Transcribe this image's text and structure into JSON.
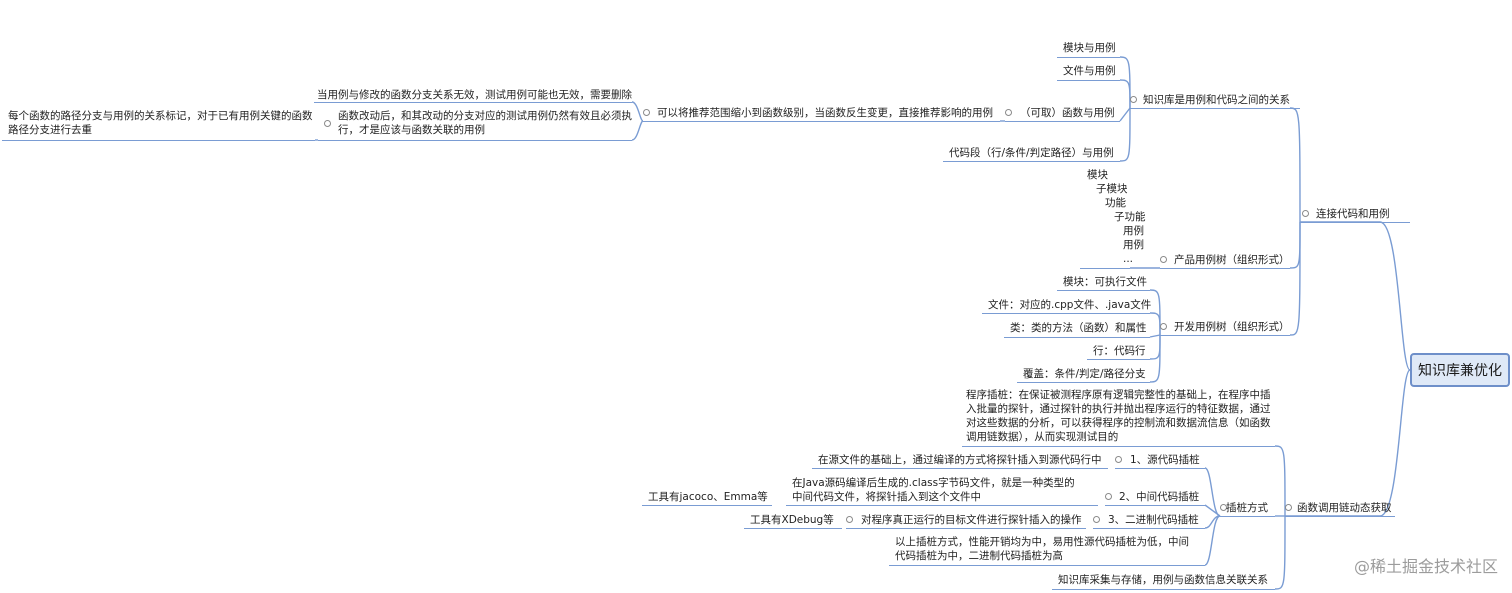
{
  "root": "知识库兼优化",
  "branch_a": {
    "label": "连接代码和用例",
    "kb": {
      "label": "知识库是用例和代码之间的关系",
      "items": [
        "模块与用例",
        "文件与用例",
        "（可取）函数与用例",
        "代码段（行/条件/判定路径）与用例"
      ],
      "func_child": "可以将推荐范围缩小到函数级别，当函数反生变更，直接推荐影响的用例",
      "func_grand": [
        "当用例与修改的函数分支关系无效，测试用例可能也无效，需要删除",
        "函数改动后，和其改动的分支对应的测试用例仍然有效且必须执行，才是应该与函数关联的用例"
      ],
      "func_great": "每个函数的路径分支与用例的关系标记，对于已有用例关键的函数路径分支进行去重"
    },
    "product_tree": {
      "label": "产品用例树（组织形式）",
      "lines": [
        "模块",
        "子模块",
        "功能",
        "子功能",
        "用例",
        "用例",
        "..."
      ]
    },
    "dev_tree": {
      "label": "开发用例树（组织形式）",
      "items": [
        "模块：可执行文件",
        "文件：对应的.cpp文件、.java文件",
        "类：类的方法（函数）和属性",
        "行：代码行",
        "覆盖：条件/判定/路径分支"
      ]
    }
  },
  "branch_b": {
    "label": "函数调用链动态获取",
    "intro": "程序插桩：在保证被测程序原有逻辑完整性的基础上，在程序中插入批量的探针，通过探针的执行并抛出程序运行的特征数据，通过对这些数据的分析，可以获得程序的控制流和数据流信息（如函数调用链数据），从而实现测试目的",
    "methods": {
      "label": "插桩方式",
      "items": [
        {
          "label": "1、源代码插桩",
          "desc": "在源文件的基础上，通过编译的方式将探针插入到源代码行中"
        },
        {
          "label": "2、中间代码插桩",
          "desc": "在Java源码编译后生成的.class字节码文件，就是一种类型的中间代码文件，将探针插入到这个文件中",
          "tool": "工具有jacoco、Emma等"
        },
        {
          "label": "3、二进制代码插桩",
          "desc": "对程序真正运行的目标文件进行探针插入的操作",
          "tool": "工具有XDebug等"
        }
      ],
      "summary": "以上插桩方式，性能开销均为中，易用性源代码插桩为低，中间代码插桩为中，二进制代码插桩为高"
    },
    "storage": "知识库采集与存储，用例与函数信息关联关系"
  },
  "watermark": "@稀土掘金技术社区",
  "colors": {
    "line": "#7a9cd3",
    "root_fill": "#dfe9f7",
    "root_border": "#6e8fc9"
  }
}
